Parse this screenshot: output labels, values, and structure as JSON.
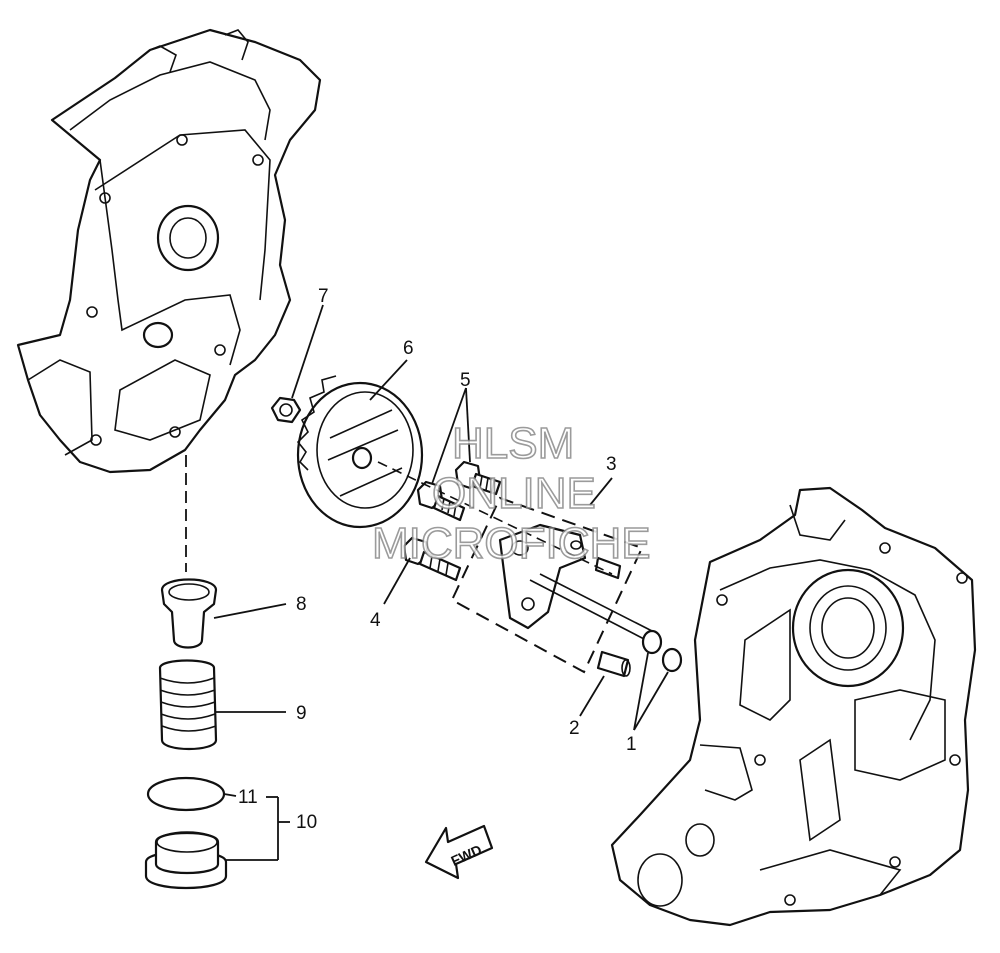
{
  "callouts": {
    "c1": "1",
    "c2": "2",
    "c3": "3",
    "c4": "4",
    "c5": "5",
    "c6": "6",
    "c7": "7",
    "c8": "8",
    "c9": "9",
    "c10": "10",
    "c11": "11"
  },
  "watermark": {
    "line1": "HLSM",
    "line2": "ONLINE",
    "line3": "MICROFICHE"
  },
  "fwd_label": "FWD",
  "colors": {
    "ink": "#111111",
    "watermark": "#8a8a8a",
    "background": "#ffffff"
  }
}
